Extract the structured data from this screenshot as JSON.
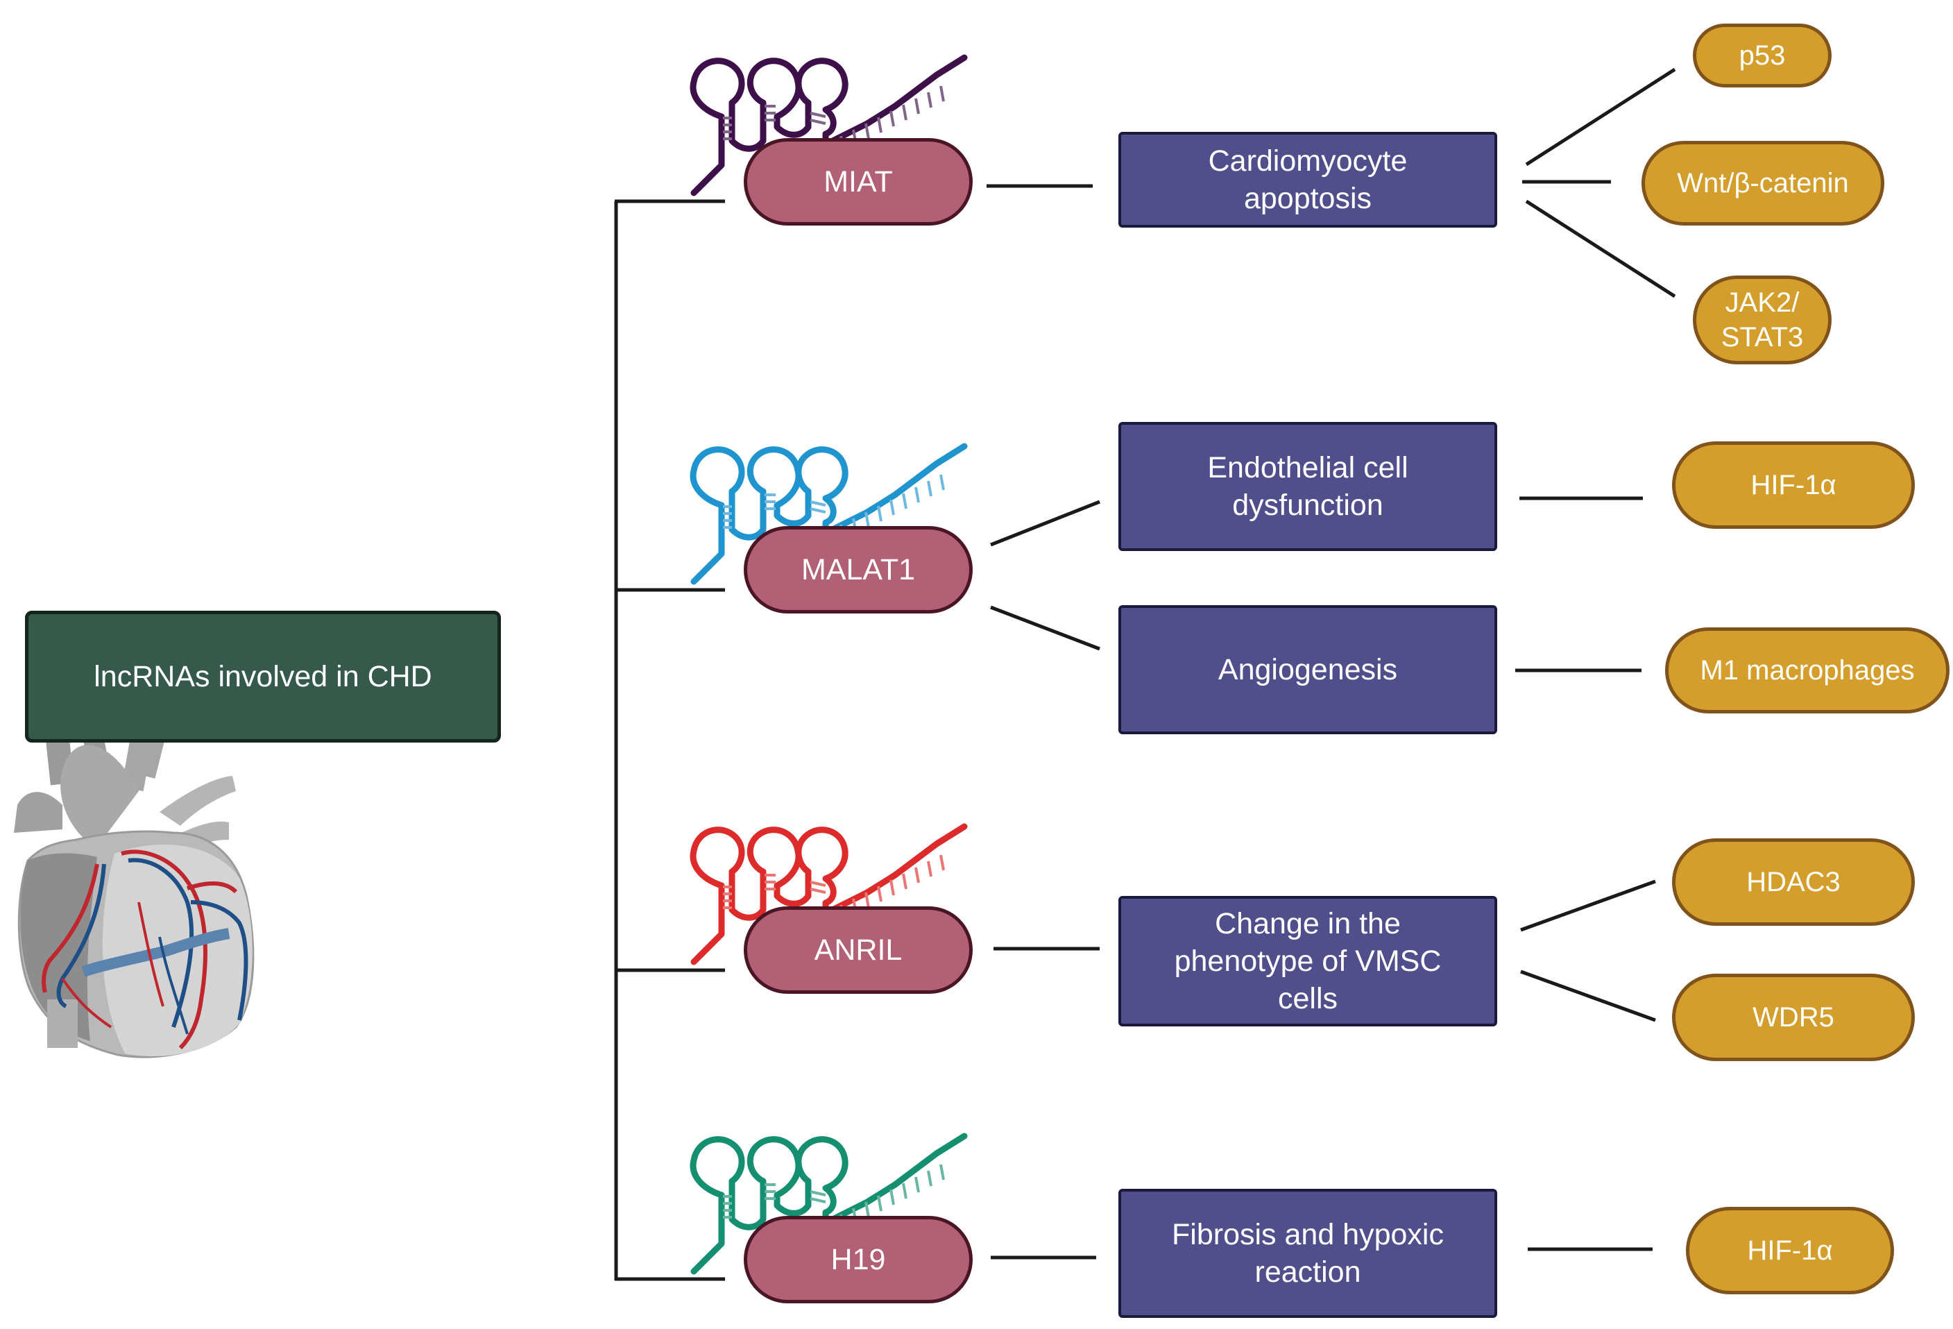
{
  "root": {
    "label": "lncRNAs involved in CHD"
  },
  "lncrnas": [
    {
      "name": "MIAT",
      "color": "#3d1049"
    },
    {
      "name": "MALAT1",
      "color": "#1f94cf"
    },
    {
      "name": "ANRIL",
      "color": "#dd2b2b"
    },
    {
      "name": "H19",
      "color": "#148f70"
    }
  ],
  "functions": [
    {
      "lines": [
        "Cardiomyocyte",
        "apoptosis"
      ]
    },
    {
      "lines": [
        "Endothelial cell",
        "dysfunction"
      ]
    },
    {
      "lines": [
        "Angiogenesis"
      ]
    },
    {
      "lines": [
        "Change in the",
        "phenotype of VMSC",
        "cells"
      ]
    },
    {
      "lines": [
        "Fibrosis and hypoxic",
        "reaction"
      ]
    }
  ],
  "targets": [
    {
      "lines": [
        "p53"
      ]
    },
    {
      "lines": [
        "Wnt/β-catenin"
      ]
    },
    {
      "lines": [
        "JAK2/",
        "STAT3"
      ]
    },
    {
      "lines": [
        "HIF-1α"
      ]
    },
    {
      "lines": [
        "M1 macrophages"
      ]
    },
    {
      "lines": [
        "HDAC3"
      ]
    },
    {
      "lines": [
        "WDR5"
      ]
    },
    {
      "lines": [
        "HIF-1α"
      ]
    }
  ],
  "colors": {
    "root_fill": "#355a4c",
    "lncrna_fill": "#b26075",
    "function_fill": "#504e8b",
    "target_fill": "#d39e2b",
    "connector": "#1a1a1a"
  },
  "icons": [
    "heart-icon",
    "rna-hairpin-icon"
  ]
}
